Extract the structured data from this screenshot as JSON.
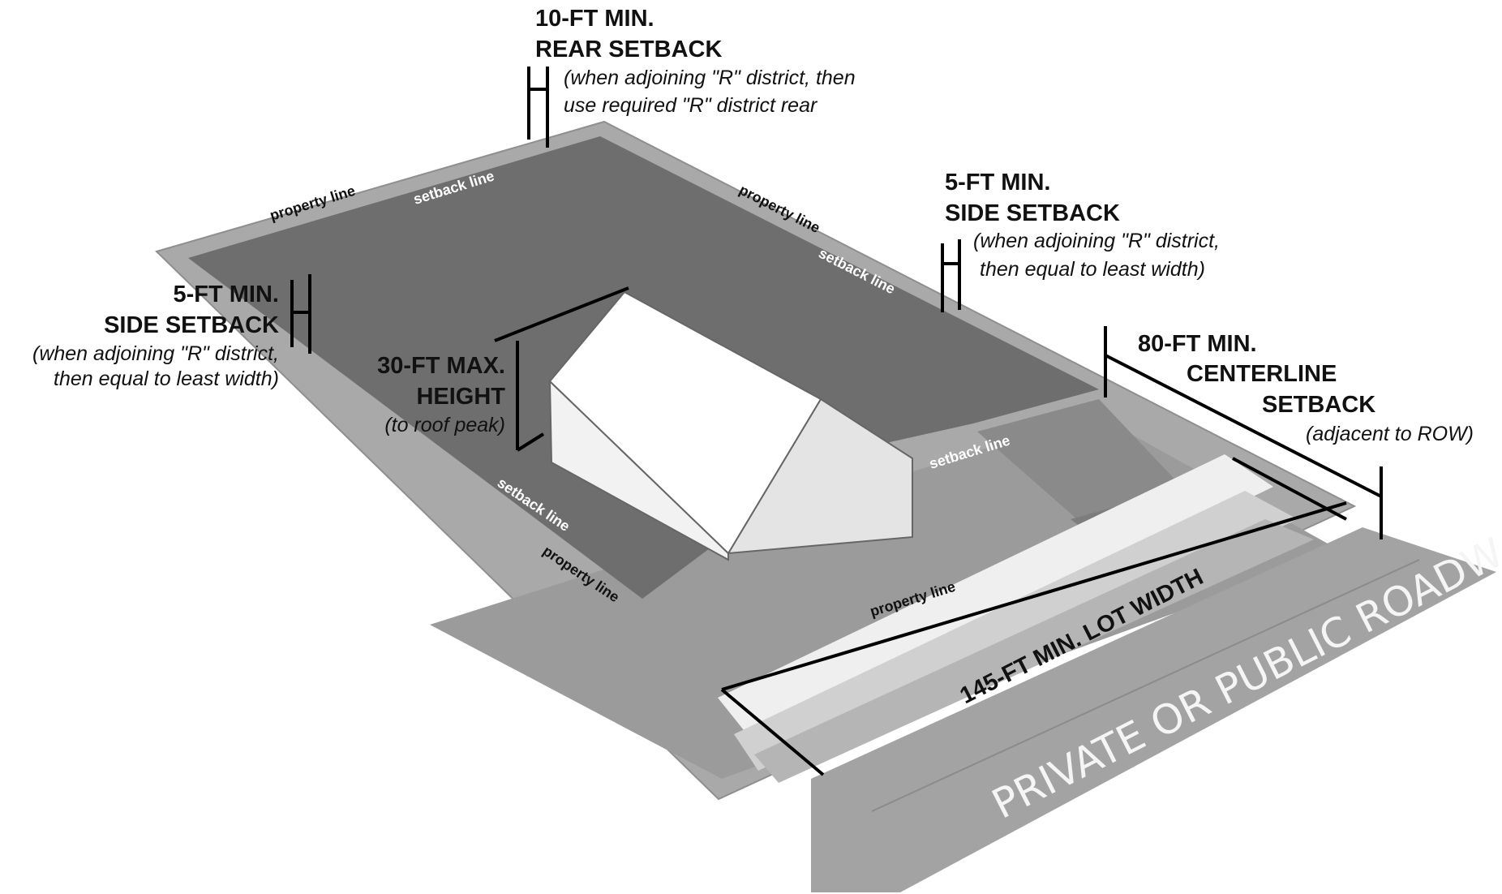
{
  "labels": {
    "rear_title_1": "10-FT MIN.",
    "rear_title_2": "REAR SETBACK",
    "rear_note_1": "(when adjoining \"R\" district, then",
    "rear_note_2": "use required \"R\" district rear",
    "side_right_title_1": "5-FT MIN.",
    "side_right_title_2": "SIDE SETBACK",
    "side_right_note_1": "(when adjoining \"R\" district,",
    "side_right_note_2": "then equal to least width)",
    "side_left_title_1": "5-FT MIN.",
    "side_left_title_2": "SIDE SETBACK",
    "side_left_note_1": "(when adjoining \"R\" district,",
    "side_left_note_2": "then  equal to least width)",
    "height_title_1": "30-FT MAX.",
    "height_title_2": "HEIGHT",
    "height_note": "(to roof peak)",
    "centerline_title_1": "80-FT MIN.",
    "centerline_title_2": "CENTERLINE",
    "centerline_title_3": "SETBACK",
    "centerline_note": "(adjacent to ROW)",
    "lot_width": "145-FT MIN. LOT WIDTH",
    "roadway": "PRIVATE OR PUBLIC ROADWAY"
  },
  "line_labels": {
    "property_line": "property  line",
    "setback_line": "setback line"
  },
  "colors": {
    "property_border": "#a9a9a9",
    "setback_area": "#6e6e6e",
    "front_yard": "#9a9a9a",
    "driveway": "#8a8a8a",
    "curb_light": "#f2f2f2",
    "road": "#a3a3a3",
    "house_roof": "#ffffff",
    "house_wall": "#e6e6e6"
  }
}
